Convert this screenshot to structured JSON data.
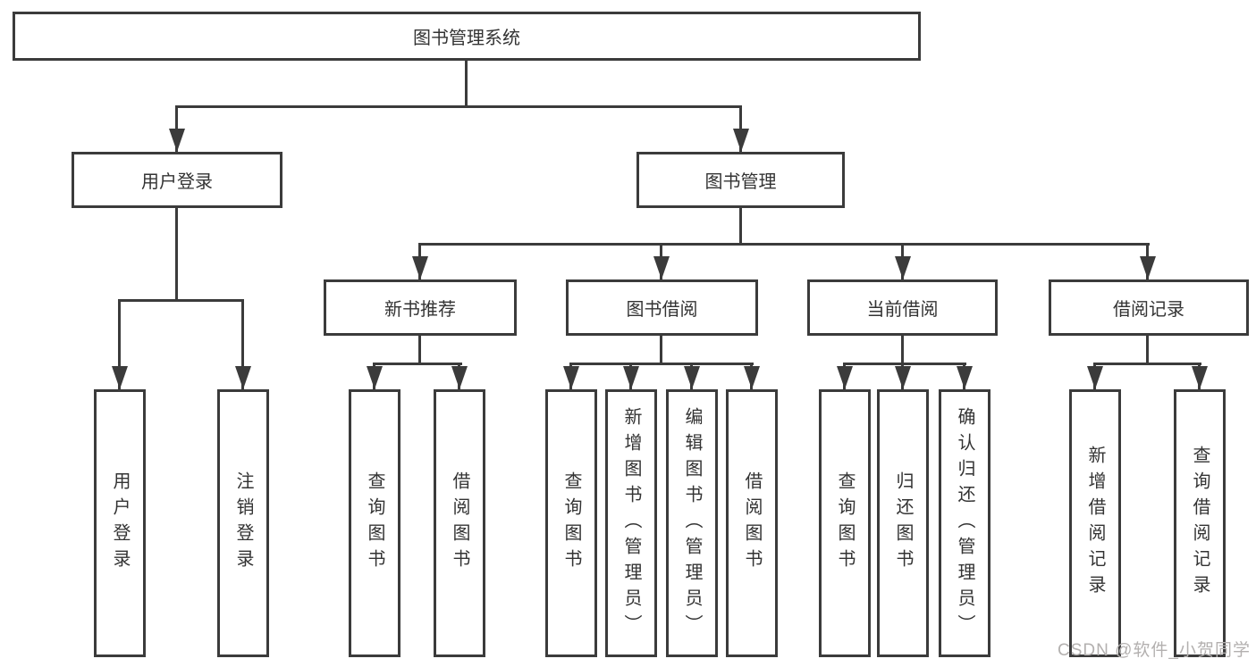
{
  "diagram": {
    "title": "图书管理系统",
    "branches": {
      "user": {
        "label": "用户登录",
        "children": [
          "用户登录",
          "注销登录"
        ]
      },
      "book": {
        "label": "图书管理",
        "groups": [
          {
            "label": "新书推荐",
            "children": [
              "查询图书",
              "借阅图书"
            ]
          },
          {
            "label": "图书借阅",
            "children": [
              "查询图书",
              "新增图书（管理员）",
              "编辑图书（管理员）",
              "借阅图书"
            ]
          },
          {
            "label": "当前借阅",
            "children": [
              "查询图书",
              "归还图书",
              "确认归还（管理员）"
            ]
          },
          {
            "label": "借阅记录",
            "children": [
              "新增借阅记录",
              "查询借阅记录"
            ]
          }
        ]
      }
    }
  },
  "watermark": "CSDN @软件_小贺同学",
  "colors": {
    "line": "#3b3b3b",
    "text": "#333333",
    "watermark": "#b3b0af",
    "background": "#ffffff"
  }
}
